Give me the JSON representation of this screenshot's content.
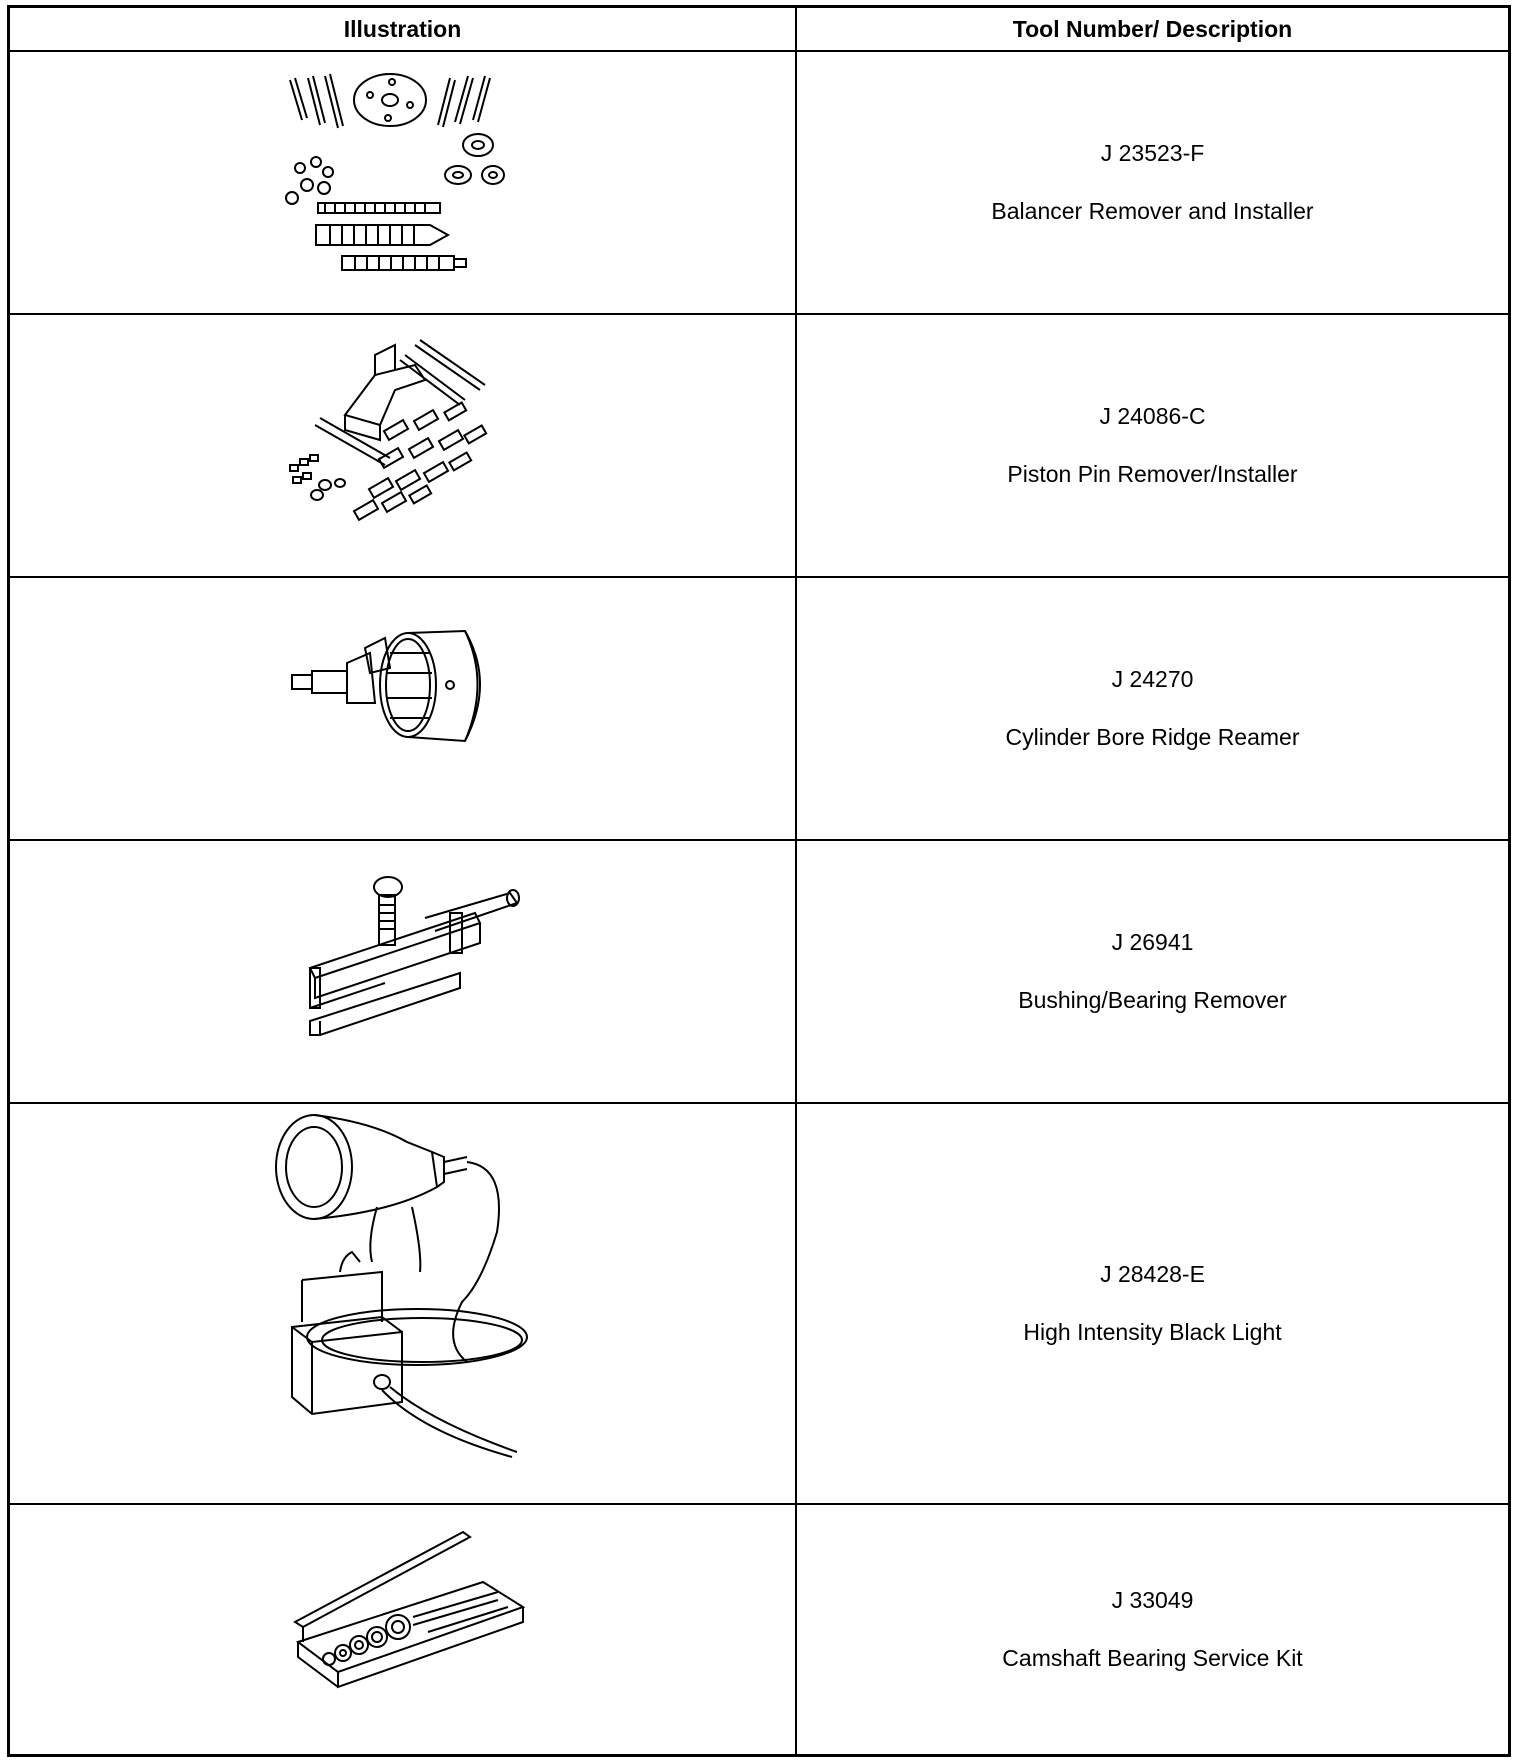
{
  "table": {
    "headers": {
      "illustration": "Illustration",
      "tool": "Tool Number/ Description"
    },
    "rows": [
      {
        "tool_number": "J 23523-F",
        "description": "Balancer Remover and Installer",
        "illustration_icon": "balancer-remover-installer-illustration"
      },
      {
        "tool_number": "J 24086-C",
        "description": "Piston Pin Remover/Installer",
        "illustration_icon": "piston-pin-remover-installer-illustration"
      },
      {
        "tool_number": "J 24270",
        "description": "Cylinder Bore Ridge Reamer",
        "illustration_icon": "cylinder-bore-ridge-reamer-illustration"
      },
      {
        "tool_number": "J 26941",
        "description": "Bushing/Bearing Remover",
        "illustration_icon": "bushing-bearing-remover-illustration"
      },
      {
        "tool_number": "J 28428-E",
        "description": "High Intensity Black Light",
        "illustration_icon": "black-light-illustration"
      },
      {
        "tool_number": "J 33049",
        "description": "Camshaft Bearing Service Kit",
        "illustration_icon": "camshaft-bearing-kit-illustration"
      }
    ]
  }
}
